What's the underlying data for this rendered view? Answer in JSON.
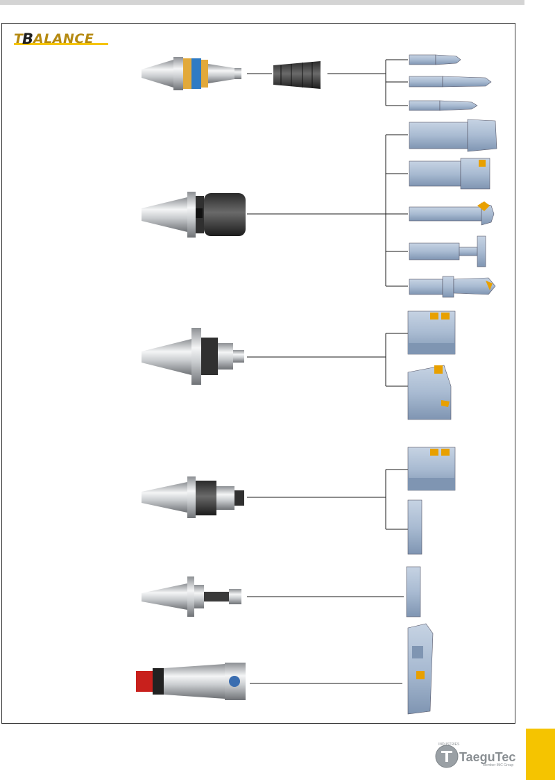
{
  "logo": {
    "text_t": "T",
    "text_b": "B",
    "text_rest": "ALANCE"
  },
  "brand": {
    "name": "TaeguTec",
    "sub": "Member IMC Group",
    "arc": "INDUSTRIES"
  },
  "colors": {
    "accent": "#f5c400",
    "line": "#1a1a1a",
    "tool_blue": "#9fb4cf",
    "insert_yellow": "#e8a000"
  }
}
